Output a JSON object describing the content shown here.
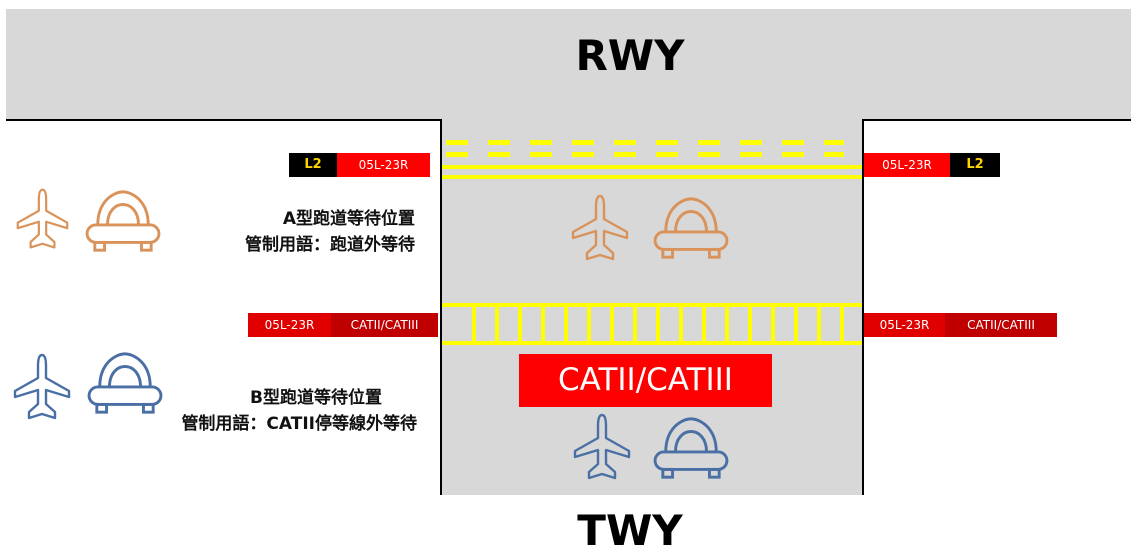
{
  "runway_label": "RWY",
  "taxiway_label": "TWY",
  "signs": {
    "a_left": {
      "location": "L2",
      "runway": "05L-23R"
    },
    "a_right": {
      "location": "L2",
      "runway": "05L-23R"
    },
    "b_left": {
      "runway": "05L-23R",
      "category": "CATII/CATIII"
    },
    "b_right": {
      "runway": "05L-23R",
      "category": "CATII/CATIII"
    }
  },
  "holding_a": {
    "line1": "A型跑道等待位置",
    "line2": "管制用語：跑道外等待"
  },
  "holding_b": {
    "line1": "B型跑道等待位置",
    "line2": "管制用語：CATII停等線外等待"
  },
  "cat_marking": "CATII/CATIII",
  "icons": [
    "airplane-icon",
    "car-icon"
  ],
  "colors": {
    "surface": "#d8d8d8",
    "marking_yellow": "#ffff00",
    "sign_red": "#ff0000",
    "icon_orange": "#d9935a",
    "icon_blue": "#4a6fa5"
  }
}
